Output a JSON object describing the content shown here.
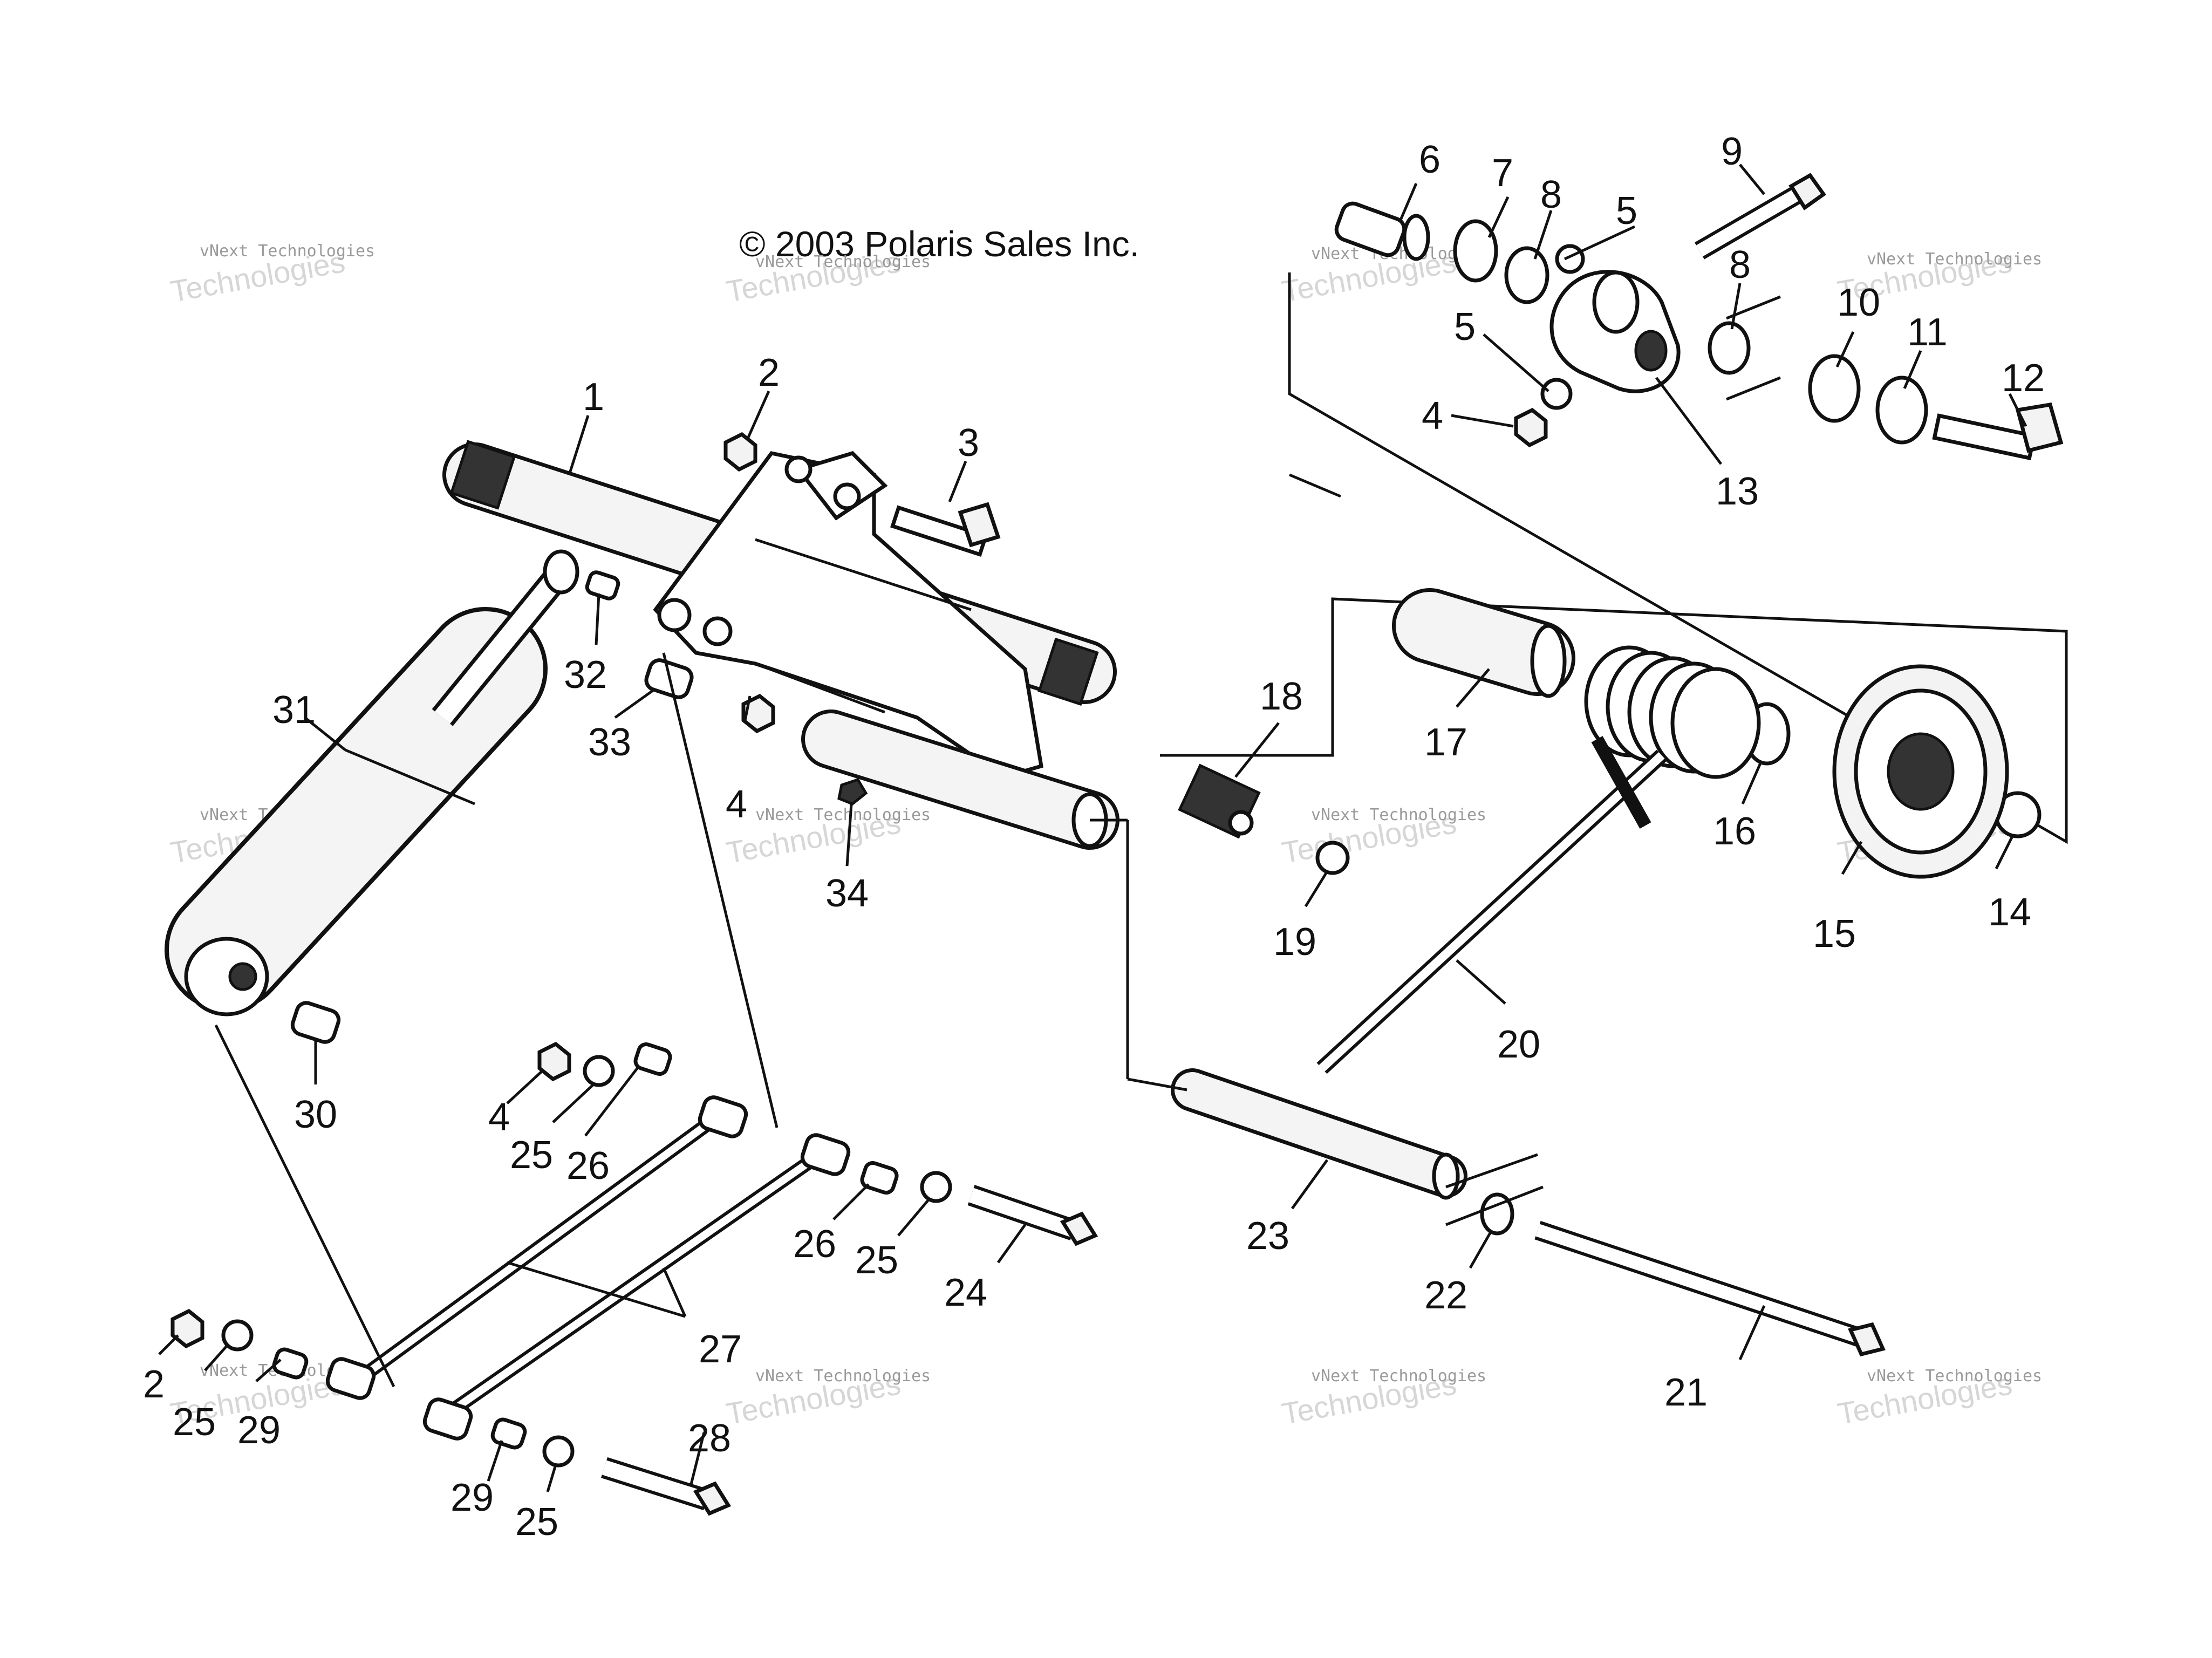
{
  "copyright": "© 2003 Polaris Sales Inc.",
  "watermark": {
    "line1": "vNext Technologies",
    "line2": "Technologies"
  },
  "callouts": [
    {
      "id": "c1",
      "label": "1"
    },
    {
      "id": "c2a",
      "label": "2"
    },
    {
      "id": "c2b",
      "label": "2"
    },
    {
      "id": "c3",
      "label": "3"
    },
    {
      "id": "c4a",
      "label": "4"
    },
    {
      "id": "c4b",
      "label": "4"
    },
    {
      "id": "c4c",
      "label": "4"
    },
    {
      "id": "c5a",
      "label": "5"
    },
    {
      "id": "c5b",
      "label": "5"
    },
    {
      "id": "c6",
      "label": "6"
    },
    {
      "id": "c7",
      "label": "7"
    },
    {
      "id": "c8a",
      "label": "8"
    },
    {
      "id": "c8b",
      "label": "8"
    },
    {
      "id": "c9",
      "label": "9"
    },
    {
      "id": "c10",
      "label": "10"
    },
    {
      "id": "c11",
      "label": "11"
    },
    {
      "id": "c12",
      "label": "12"
    },
    {
      "id": "c13",
      "label": "13"
    },
    {
      "id": "c14",
      "label": "14"
    },
    {
      "id": "c15",
      "label": "15"
    },
    {
      "id": "c16",
      "label": "16"
    },
    {
      "id": "c17",
      "label": "17"
    },
    {
      "id": "c18",
      "label": "18"
    },
    {
      "id": "c19",
      "label": "19"
    },
    {
      "id": "c20",
      "label": "20"
    },
    {
      "id": "c21",
      "label": "21"
    },
    {
      "id": "c22",
      "label": "22"
    },
    {
      "id": "c23",
      "label": "23"
    },
    {
      "id": "c24",
      "label": "24"
    },
    {
      "id": "c25a",
      "label": "25"
    },
    {
      "id": "c25b",
      "label": "25"
    },
    {
      "id": "c25c",
      "label": "25"
    },
    {
      "id": "c25d",
      "label": "25"
    },
    {
      "id": "c26a",
      "label": "26"
    },
    {
      "id": "c26b",
      "label": "26"
    },
    {
      "id": "c27",
      "label": "27"
    },
    {
      "id": "c28",
      "label": "28"
    },
    {
      "id": "c29a",
      "label": "29"
    },
    {
      "id": "c29b",
      "label": "29"
    },
    {
      "id": "c30",
      "label": "30"
    },
    {
      "id": "c31",
      "label": "31"
    },
    {
      "id": "c32",
      "label": "32"
    },
    {
      "id": "c33",
      "label": "33"
    },
    {
      "id": "c34",
      "label": "34"
    }
  ],
  "colors": {
    "ink": "#111111",
    "background": "#ffffff",
    "watermark": "#9a9a9a"
  }
}
